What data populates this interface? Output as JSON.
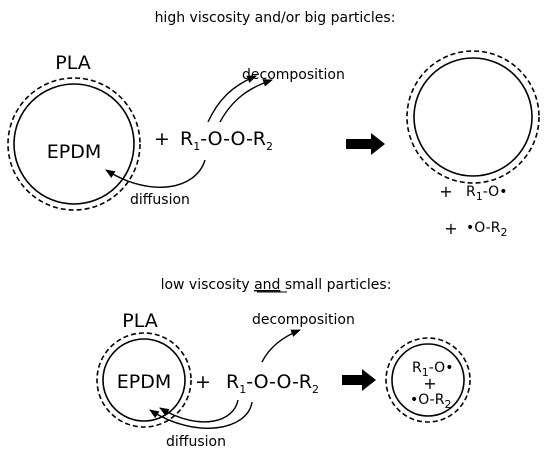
{
  "top": {
    "heading": "high viscosity and/or big particles:",
    "matrix_label": "PLA",
    "particle_label": "EPDM",
    "plus": "+",
    "peroxide": {
      "p1": "R",
      "s1": "1",
      "mid": "-O-O-R",
      "s2": "2"
    },
    "decomposition_label": "decomposition",
    "diffusion_label": "diffusion",
    "product1": {
      "plus": "+",
      "p1": "R",
      "s1": "1",
      "tail": "-O•"
    },
    "product2": {
      "plus": "+",
      "head": "•O-R",
      "s2": "2"
    }
  },
  "bottom": {
    "heading_pre": "low viscosity ",
    "heading_underlined": "and",
    "heading_post": " small particles:",
    "matrix_label": "PLA",
    "particle_label": "EPDM",
    "plus": "+",
    "peroxide": {
      "p1": "R",
      "s1": "1",
      "mid": "-O-O-R",
      "s2": "2"
    },
    "decomposition_label": "decomposition",
    "diffusion_label": "diffusion",
    "inner": {
      "l1_p": "R",
      "l1_s": "1",
      "l1_tail": "-O•",
      "plus": "+",
      "l2_head": "•O-R",
      "l2_s": "2"
    }
  },
  "colors": {
    "ink": "#000000",
    "background": "#ffffff"
  }
}
